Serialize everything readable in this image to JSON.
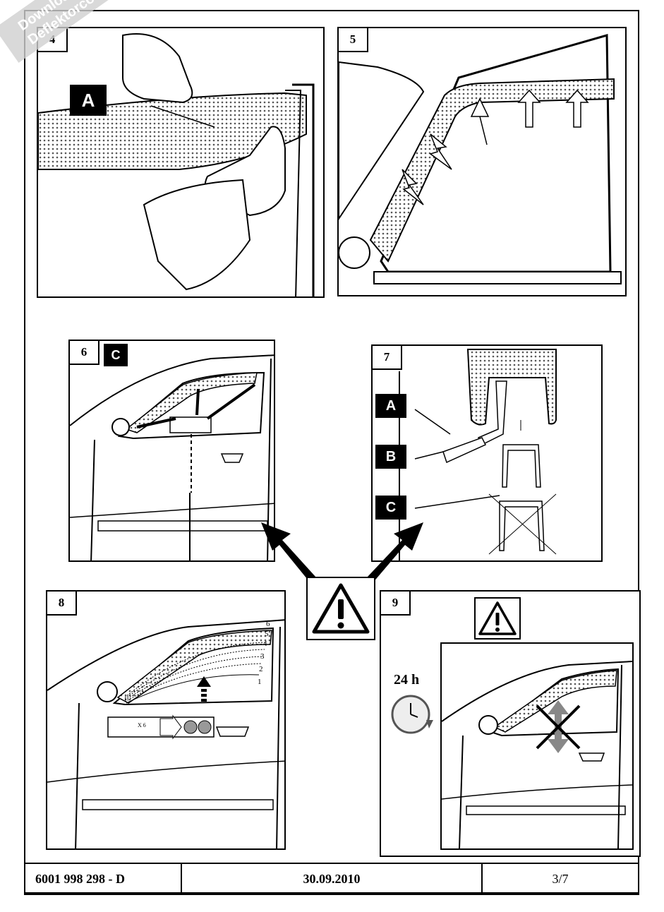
{
  "watermark": {
    "line1": "Downloaded From",
    "line2": "Deflektorcom.co.uk"
  },
  "panels": {
    "p4": {
      "number": "4",
      "tag": "A"
    },
    "p5": {
      "number": "5"
    },
    "p6": {
      "number": "6",
      "tag": "C"
    },
    "p7": {
      "number": "7",
      "tags": [
        "A",
        "B",
        "C"
      ]
    },
    "p8": {
      "number": "8",
      "positions": [
        "6",
        "5",
        "4",
        "3",
        "2",
        "1"
      ],
      "switch_count": "X 6"
    },
    "p9": {
      "number": "9",
      "time": "24 h"
    }
  },
  "icons": {
    "warning": "warning-triangle-icon",
    "clock": "clock-icon"
  },
  "footer": {
    "part_number": "6001 998 298 - D",
    "date": "30.09.2010",
    "page": "3/7"
  }
}
